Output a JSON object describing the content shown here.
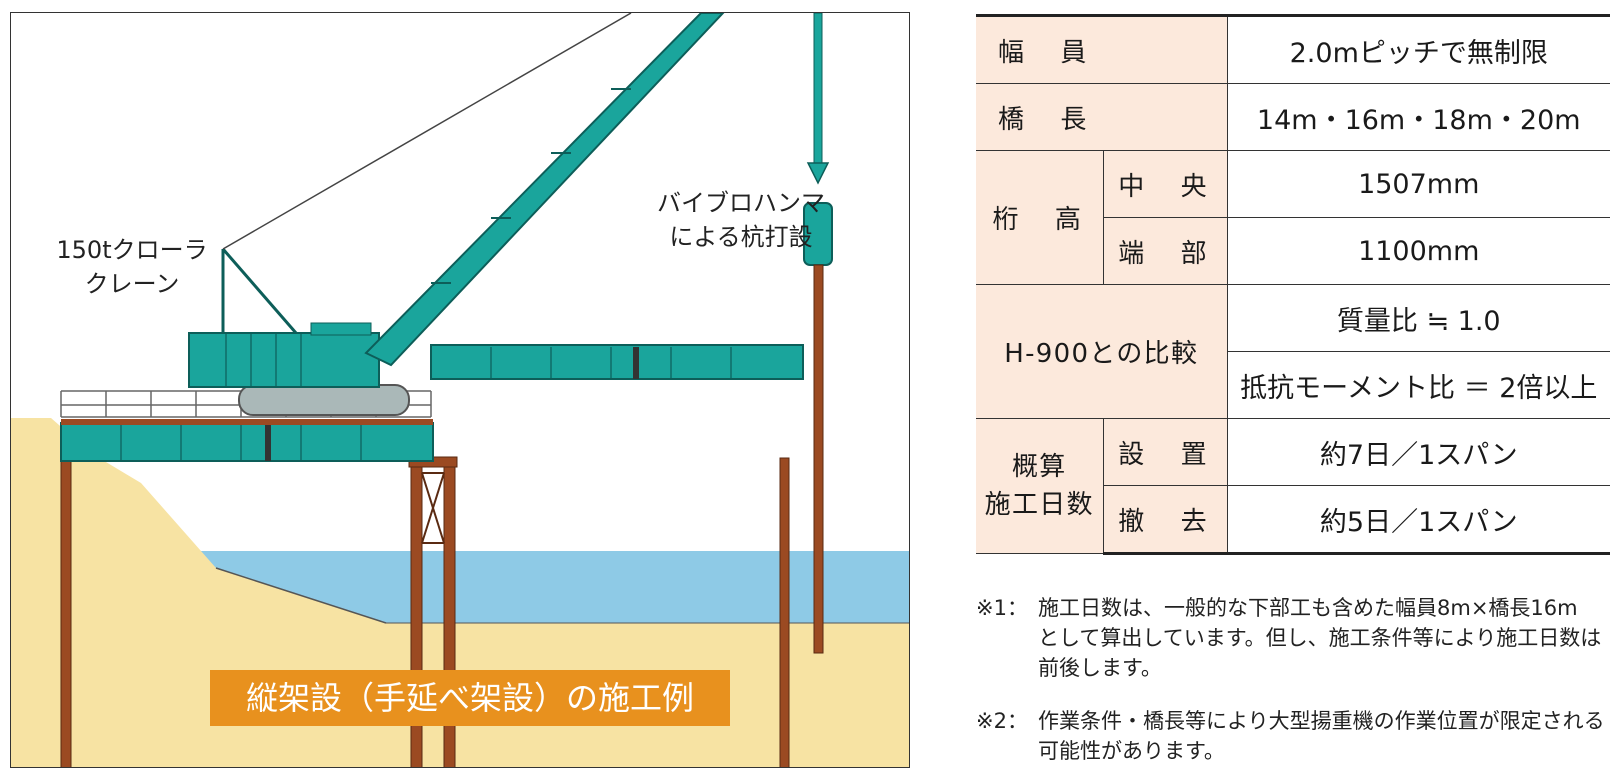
{
  "illustration": {
    "crane_label": [
      "150tクローラ",
      "クレーン"
    ],
    "hammer_label": [
      "バイブロハンマ",
      "による杭打設"
    ],
    "caption": "縦架設（手延べ架設）の施工例",
    "colors": {
      "steel": "#1aa59c",
      "sand": "#f7e3a3",
      "water": "#8ecae6",
      "pile": "#9b4a22",
      "caption_bg": "#e8911e"
    }
  },
  "spec_table": {
    "rows": [
      {
        "label": "幅　員",
        "value": "2.0mピッチで無制限"
      },
      {
        "label": "橋　長",
        "value": "14m・16m・18m・20m"
      },
      {
        "group": "桁　高",
        "sub": [
          {
            "label": "中　央",
            "value": "1507mm"
          },
          {
            "label": "端　部",
            "value": "1100mm"
          }
        ]
      },
      {
        "group": "H-900との比較",
        "values": [
          "質量比 ≒ 1.0",
          "抵抗モーメント比 ＝ 2倍以上"
        ]
      },
      {
        "group": [
          "概算",
          "施工日数"
        ],
        "sub": [
          {
            "label": "設　置",
            "value": "約7日／1スパン"
          },
          {
            "label": "撤　去",
            "value": "約5日／1スパン"
          }
        ]
      }
    ]
  },
  "notes": [
    {
      "mark": "※1：",
      "lines": [
        "施工日数は、一般的な下部工も含めた幅員8m×橋長16m",
        "として算出しています。但し、施工条件等により施工日数は",
        "前後します。"
      ]
    },
    {
      "mark": "※2：",
      "lines": [
        "作業条件・橋長等により大型揚重機の作業位置が限定される",
        "可能性があります。"
      ]
    }
  ]
}
